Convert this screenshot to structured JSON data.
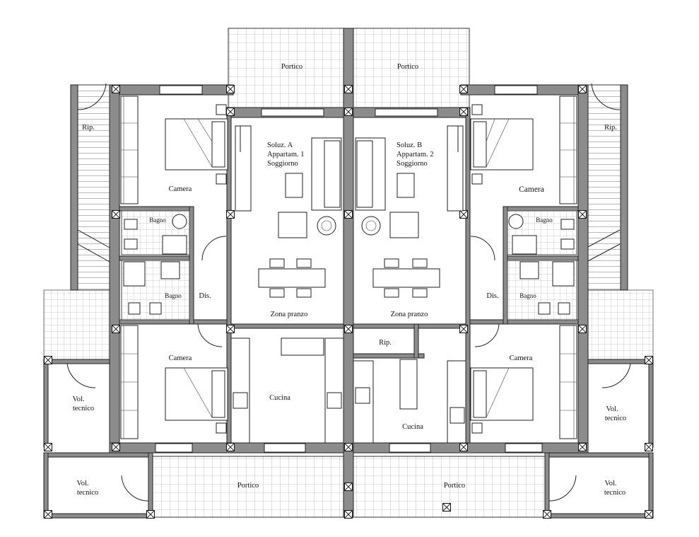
{
  "plan": {
    "porticoes": [
      "Portico",
      "Portico",
      "Portico",
      "Portico"
    ],
    "unit_a": {
      "title_line1": "Soluz. A",
      "title_line2": "Appartam. 1",
      "living": "Soggiorno"
    },
    "unit_b": {
      "title_line1": "Soluz. B",
      "title_line2": "Appartam. 2",
      "living": "Soggiorno"
    },
    "rooms": {
      "rip": "Rip.",
      "camera": "Camera",
      "bagno": "Bagno",
      "dis": "Dis.",
      "zona_pranzo": "Zona pranzo",
      "cucina": "Cucina",
      "vol": "Vol.",
      "tecnico": "tecnico"
    }
  }
}
